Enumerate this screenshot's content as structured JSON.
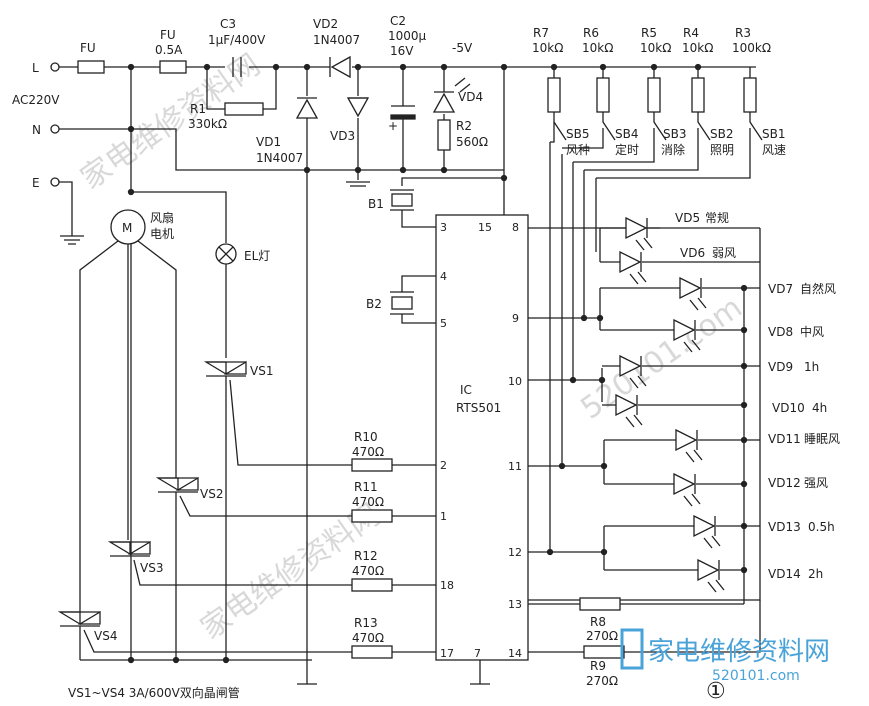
{
  "terminals": {
    "L": "L",
    "N": "N",
    "E": "E",
    "ac": "AC220V"
  },
  "components": {
    "fu1": "FU",
    "fu2_name": "FU",
    "fu2_val": "0.5A",
    "c3": "C3",
    "c3_val": "1μF/400V",
    "vd2": "VD2",
    "vd2_val": "1N4007",
    "c2": "C2",
    "c2_val1": "1000μ",
    "c2_val2": "16V",
    "neg5v": "-5V",
    "r7": "R7",
    "r7_val": "10kΩ",
    "r6": "R6",
    "r6_val": "10kΩ",
    "r5": "R5",
    "r5_val": "10kΩ",
    "r4": "R4",
    "r4_val": "10kΩ",
    "r3": "R3",
    "r3_val": "100kΩ",
    "r1": "R1",
    "r1_val": "330kΩ",
    "vd1": "VD1",
    "vd1_val": "1N4007",
    "vd3": "VD3",
    "vd4": "VD4",
    "r2": "R2",
    "r2_val": "560Ω",
    "sb5": "SB5",
    "sb5_f": "风种",
    "sb4": "SB4",
    "sb4_f": "定时",
    "sb3": "SB3",
    "sb3_f": "消除",
    "sb2": "SB2",
    "sb2_f": "照明",
    "sb1": "SB1",
    "sb1_f": "风速",
    "b1": "B1",
    "b2": "B2",
    "motor": "M",
    "motor_name1": "风扇",
    "motor_name2": "电机",
    "lamp": "EL灯",
    "vs1": "VS1",
    "vs2": "VS2",
    "vs3": "VS3",
    "vs4": "VS4",
    "r10": "R10",
    "r10_val": "470Ω",
    "r11": "R11",
    "r11_val": "470Ω",
    "r12": "R12",
    "r12_val": "470Ω",
    "r13": "R13",
    "r13_val": "470Ω",
    "r8": "R8",
    "r8_val": "270Ω",
    "r9": "R9",
    "r9_val": "270Ω",
    "ic": "IC",
    "ic_part": "RTS501",
    "note": "VS1~VS4 3A/600V双向晶闸管",
    "fig": "①"
  },
  "ic_pins": {
    "p15": "15",
    "p8": "8",
    "p3": "3",
    "p4": "4",
    "p5": "5",
    "p9": "9",
    "p10": "10",
    "p11": "11",
    "p12": "12",
    "p2": "2",
    "p1": "1",
    "p18": "18",
    "p13": "13",
    "p17": "17",
    "p7": "7",
    "p14": "14"
  },
  "leds": [
    {
      "id": "VD5",
      "label": "常规"
    },
    {
      "id": "VD6",
      "label": "弱风"
    },
    {
      "id": "VD7",
      "label": "自然风"
    },
    {
      "id": "VD8",
      "label": "中风"
    },
    {
      "id": "VD9",
      "label": "1h"
    },
    {
      "id": "VD10",
      "label": "4h"
    },
    {
      "id": "VD11",
      "label": "睡眠风"
    },
    {
      "id": "VD12",
      "label": "强风"
    },
    {
      "id": "VD13",
      "label": "0.5h"
    },
    {
      "id": "VD14",
      "label": "2h"
    }
  ],
  "watermarks": {
    "cn": "家电维修资料网",
    "url": "520101.com",
    "logo": "家电维修资料网",
    "logo_url": "520101.com"
  }
}
